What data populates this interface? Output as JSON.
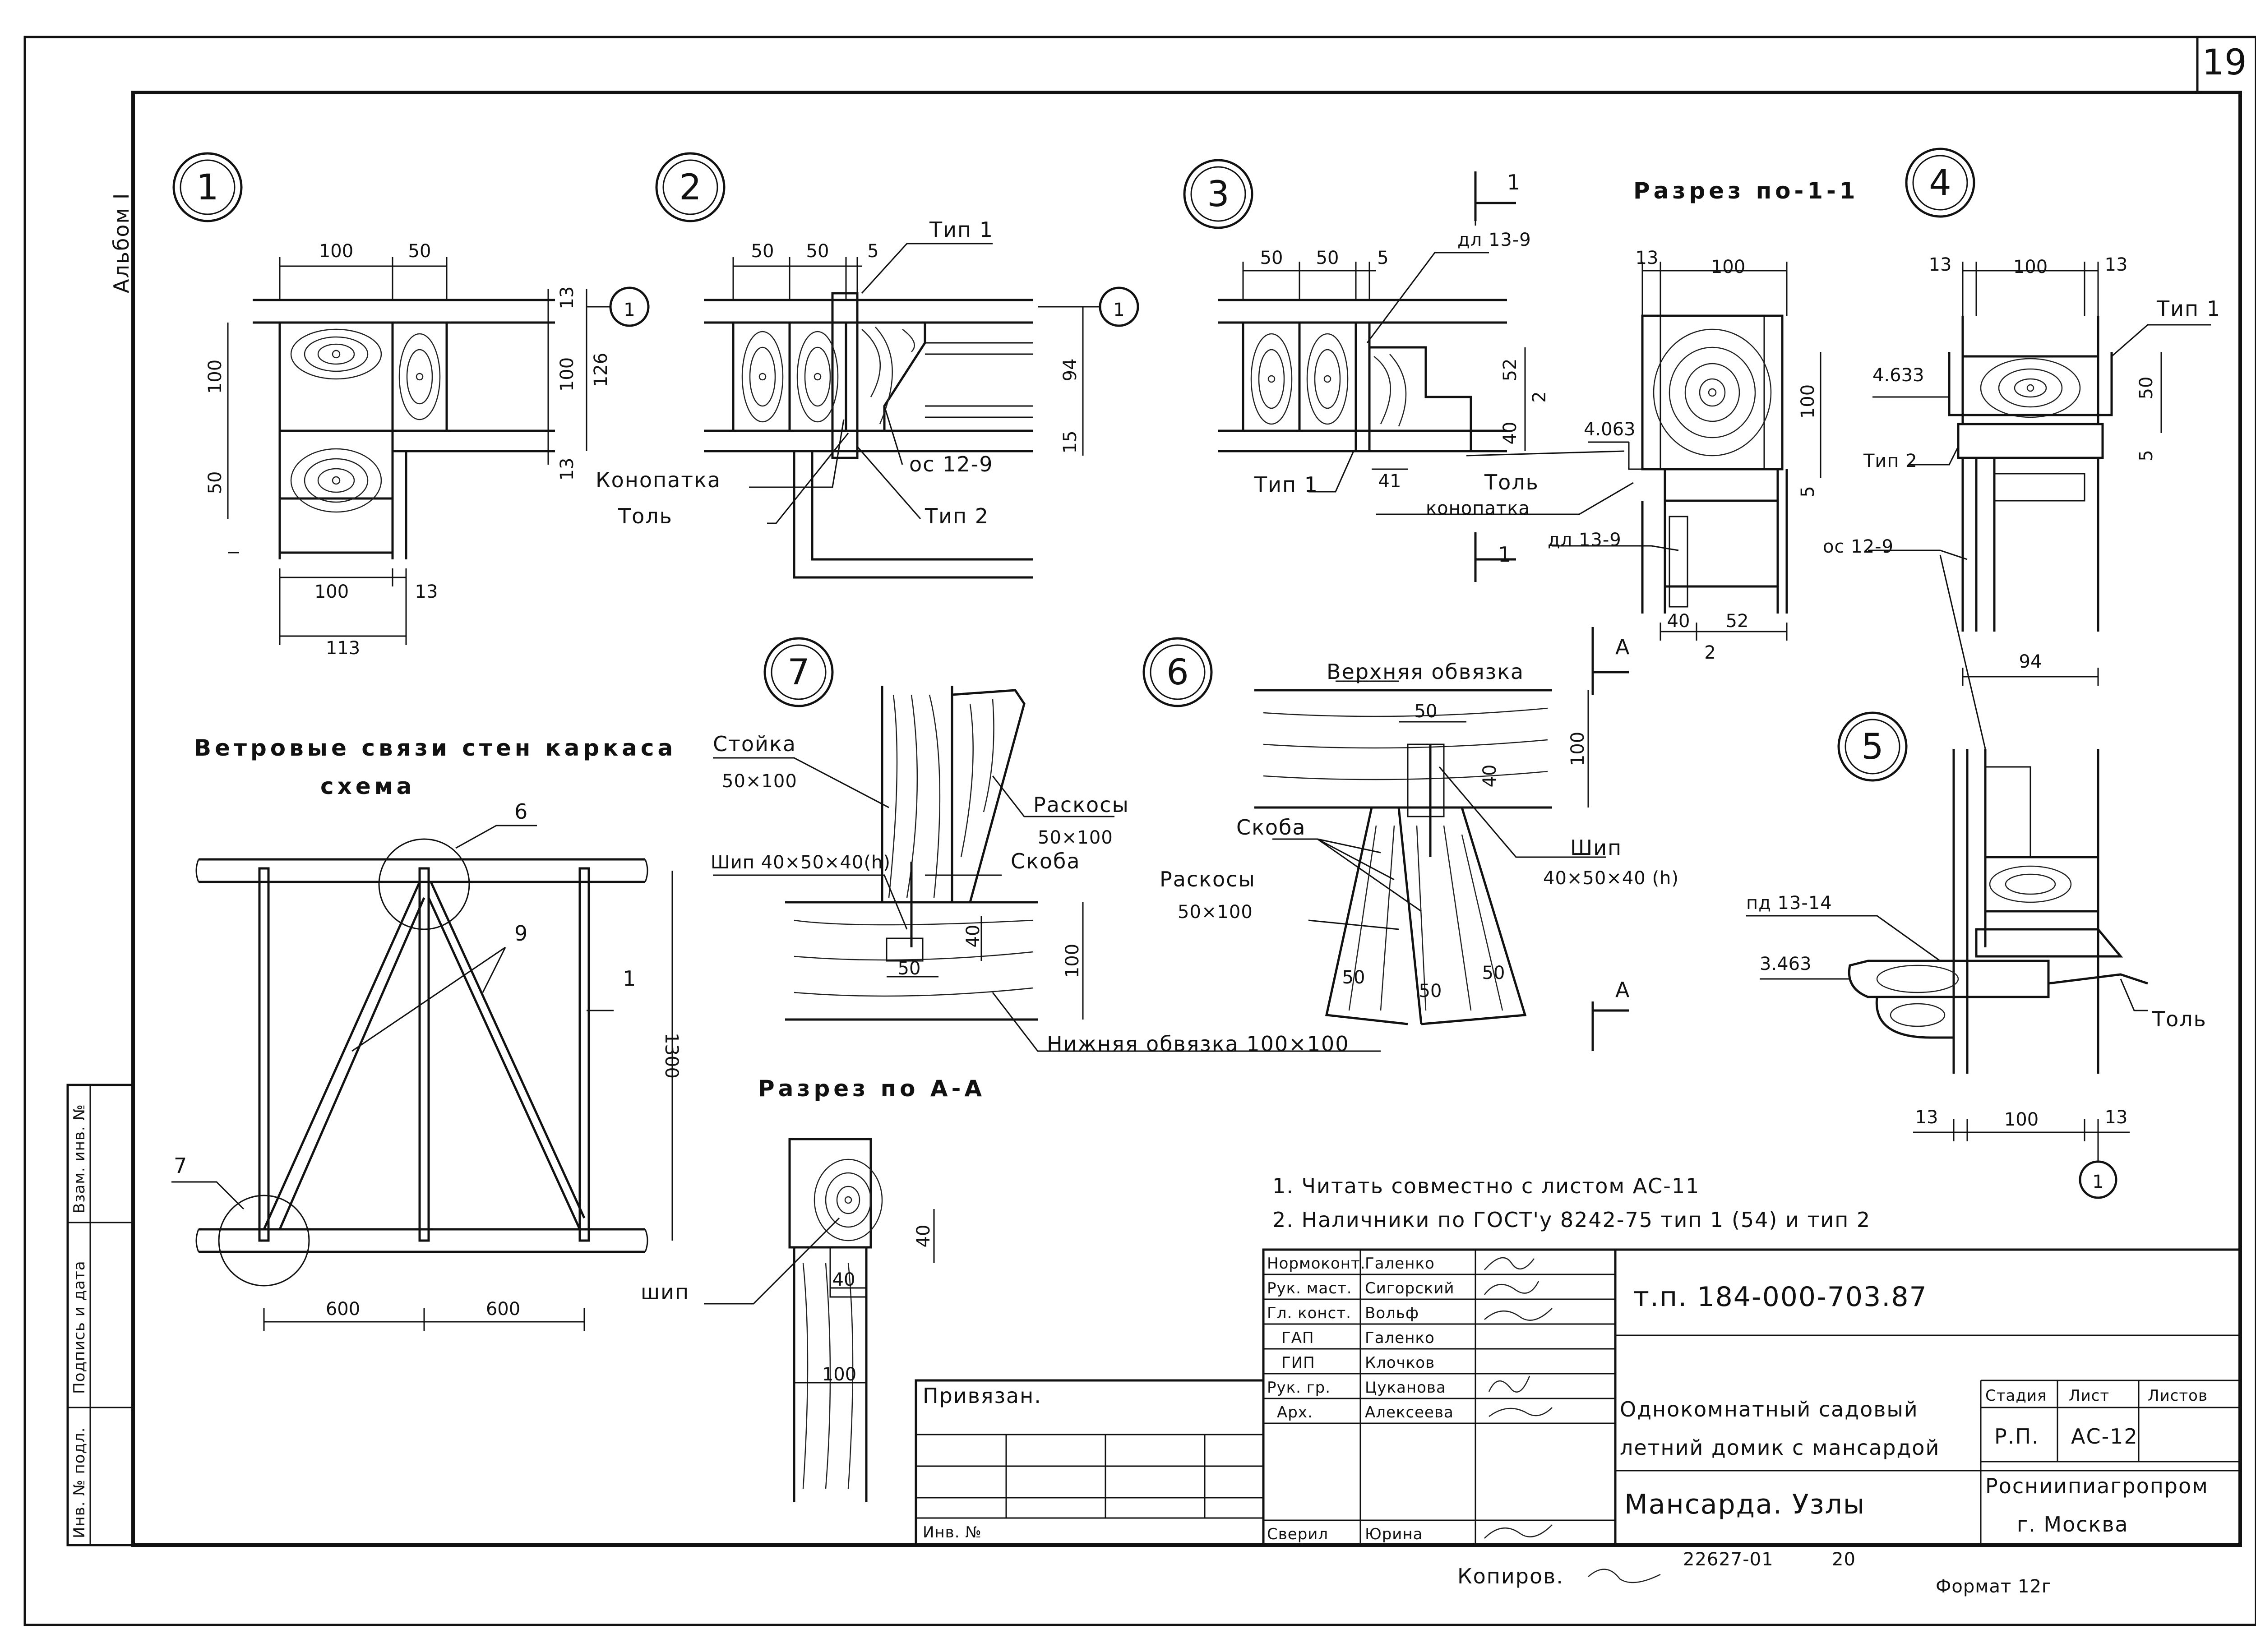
{
  "sheet_number": "19",
  "album_label": "Альбом I",
  "details": {
    "d1": {
      "number": "1",
      "dims": [
        "100",
        "50",
        "13",
        "126",
        "100",
        "13",
        "100",
        "50",
        "100",
        "13",
        "113"
      ],
      "ref": "1"
    },
    "d2": {
      "number": "2",
      "dims": [
        "50",
        "50",
        "5",
        "94",
        "15"
      ],
      "labels": [
        "Тип 1",
        "Конопатка",
        "Толь",
        "ос 12-9",
        "Тип 2"
      ],
      "ref": "1"
    },
    "d3": {
      "number": "3",
      "dims": [
        "50",
        "50",
        "5",
        "52",
        "2",
        "40",
        "41"
      ],
      "labels": [
        "дл 13-9",
        "Тип 1",
        "Толь",
        "конопатка"
      ]
    },
    "section11": {
      "title": "Разрез по-1-1",
      "cut_mark": "1",
      "dims": [
        "13",
        "100",
        "100",
        "4.063",
        "5",
        "40",
        "52",
        "2"
      ],
      "labels": [
        "дл 13-9"
      ]
    },
    "d4": {
      "number": "4",
      "dims": [
        "13",
        "100",
        "13",
        "4.633",
        "50",
        "5",
        "94"
      ],
      "labels": [
        "Тип 1",
        "Тип 2",
        "ос 12-9"
      ]
    },
    "d5": {
      "number": "5",
      "dims": [
        "3.463",
        "13",
        "100",
        "13"
      ],
      "labels": [
        "пд 13-14",
        "Толь"
      ],
      "ref": "1"
    },
    "d6": {
      "number": "6",
      "cut_mark": "A",
      "dims": [
        "50",
        "100",
        "40",
        "50",
        "50",
        "50"
      ],
      "labels": [
        "Верхняя обвязка",
        "Скоба",
        "Раскосы",
        "50×100",
        "Шип",
        "40×50×40 (h)"
      ]
    },
    "d7": {
      "number": "7",
      "dims": [
        "40",
        "100",
        "50"
      ],
      "labels": [
        "Стойка",
        "50×100",
        "Раскосы",
        "50×100",
        "Шип 40×50×40(h)",
        "Скоба",
        "Нижняя обвязка 100×100"
      ]
    },
    "scheme": {
      "title_line1": "Ветровые связи стен каркаса",
      "title_line2": "схема",
      "callouts": [
        "6",
        "9",
        "1",
        "7"
      ],
      "dims": [
        "1300",
        "600",
        "600"
      ]
    },
    "sectionAA": {
      "title": "Разрез по А-А",
      "dims": [
        "40",
        "40",
        "100"
      ],
      "labels": [
        "шип"
      ]
    }
  },
  "notes": [
    "1. Читать совместно с листом АС-11",
    "2. Наличники по ГОСТ'у 8242-75 тип 1 (54) и тип 2"
  ],
  "title_block": {
    "side_labels": [
      "Взам. инв. №",
      "Подпись и дата",
      "Инв. № подл."
    ],
    "privyazan": "Привязан.",
    "inv_no": "Инв. №",
    "roles": [
      {
        "role": "Нормоконт.",
        "name": "Галенко"
      },
      {
        "role": "Рук. маст.",
        "name": "Сигорский"
      },
      {
        "role": "Гл. конст.",
        "name": "Вольф"
      },
      {
        "role": "ГАП",
        "name": "Галенко"
      },
      {
        "role": "ГИП",
        "name": "Клочков"
      },
      {
        "role": "Рук. гр.",
        "name": "Цуканова"
      },
      {
        "role": "Арх.",
        "name": "Алексеева"
      },
      {
        "role": "Сверил",
        "name": "Юрина"
      }
    ],
    "project_code": "т.п. 184-000-703.87",
    "project_title_1": "Однокомнатный садовый",
    "project_title_2": "летний домик с мансардой",
    "sheet_title": "Мансарда. Узлы",
    "stage_header": "Стадия",
    "sheet_header": "Лист",
    "sheets_header": "Листов",
    "stage": "Р.П.",
    "sheet": "АС-12",
    "org_1": "Росниипиагропром",
    "org_2": "г. Москва"
  },
  "footer": {
    "kopirov": "Копиров.",
    "copy_no": "22627-01",
    "page": "20",
    "format": "Формат 12г"
  }
}
